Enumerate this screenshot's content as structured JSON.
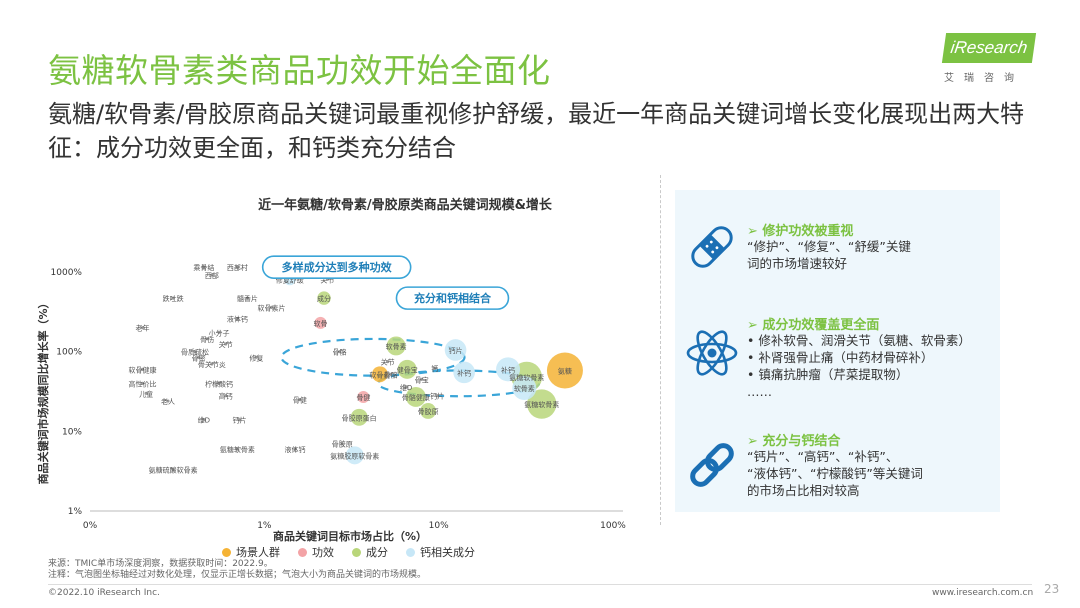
{
  "header": {
    "title": "氨糖软骨素类商品功效开始全面化",
    "subtitle": "氨糖/软骨素/骨胶原商品关键词最重视修护舒缓，最近一年商品关键词增长变化展现出两大特征：成分功效更全面，和钙类充分结合"
  },
  "logo": {
    "brand": "iResearch",
    "sub": "艾瑞咨询"
  },
  "chart_data": {
    "type": "scatter",
    "title": "近一年氨糖/软骨素/骨胶原类商品关键词规模&增长",
    "xlabel": "商品关键词目标市场占比（%）",
    "ylabel": "商品关键词市场规模同比增长率（%）",
    "x_scale": "log",
    "y_scale": "log",
    "xlim": [
      0.1,
      100
    ],
    "ylim": [
      1,
      1000
    ],
    "x_ticks": [
      {
        "v": 0.1,
        "label": "0%"
      },
      {
        "v": 1,
        "label": "1%"
      },
      {
        "v": 10,
        "label": "10%"
      },
      {
        "v": 100,
        "label": "100%"
      }
    ],
    "y_ticks": [
      {
        "v": 1,
        "label": "1%"
      },
      {
        "v": 10,
        "label": "10%"
      },
      {
        "v": 100,
        "label": "100%"
      },
      {
        "v": 1000,
        "label": "1000%"
      }
    ],
    "grid": false,
    "legend_position": "bottom",
    "series": [
      {
        "name": "场景人群",
        "color": "#f5b335"
      },
      {
        "name": "功效",
        "color": "#f3a3a6"
      },
      {
        "name": "成分",
        "color": "#b9d67a"
      },
      {
        "name": "钙相关成分",
        "color": "#c7e7f7"
      }
    ],
    "annotations": [
      {
        "text": "多样成分达到多种功效",
        "cx": 4.2,
        "cy": 85,
        "rx": 3.35,
        "ry": 1.7,
        "label_x": 2.6,
        "label_y": 1150
      },
      {
        "text": "充分和钙相结合",
        "cx": 13,
        "cy": 40,
        "rx": 2.9,
        "ry": 1.45,
        "label_x": 12,
        "label_y": 470
      }
    ],
    "points": [
      {
        "x": 0.45,
        "y": 1150,
        "s": 1,
        "label": "乘骨结"
      },
      {
        "x": 0.7,
        "y": 1150,
        "s": 1,
        "label": "西部村"
      },
      {
        "x": 0.5,
        "y": 920,
        "s": 1,
        "label": "西部"
      },
      {
        "x": 0.3,
        "y": 470,
        "s": 1,
        "label": "跌吐跌"
      },
      {
        "x": 0.8,
        "y": 470,
        "s": 1,
        "label": "髓香片"
      },
      {
        "x": 1.1,
        "y": 360,
        "s": 1,
        "label": "软骨素片"
      },
      {
        "x": 0.7,
        "y": 260,
        "s": 1,
        "label": "液体钙"
      },
      {
        "x": 0.2,
        "y": 200,
        "s": 1,
        "label": "老年"
      },
      {
        "x": 0.55,
        "y": 175,
        "s": 1,
        "label": "小分子"
      },
      {
        "x": 0.47,
        "y": 145,
        "s": 1,
        "label": "骨伤"
      },
      {
        "x": 0.6,
        "y": 125,
        "s": 1,
        "label": "关节"
      },
      {
        "x": 0.4,
        "y": 100,
        "s": 1,
        "label": "骨质疏松"
      },
      {
        "x": 0.42,
        "y": 85,
        "s": 1,
        "label": "骨密"
      },
      {
        "x": 0.2,
        "y": 60,
        "s": 1,
        "label": "软骨健康"
      },
      {
        "x": 0.2,
        "y": 40,
        "s": 1,
        "label": "高性价比"
      },
      {
        "x": 0.5,
        "y": 70,
        "s": 1,
        "label": "骨关节炎"
      },
      {
        "x": 0.55,
        "y": 40,
        "s": 1,
        "label": "柠檬酸钙"
      },
      {
        "x": 0.9,
        "y": 85,
        "s": 1,
        "label": "修复"
      },
      {
        "x": 0.21,
        "y": 30,
        "s": 1,
        "label": "儿童"
      },
      {
        "x": 0.28,
        "y": 24,
        "s": 1,
        "label": "老人"
      },
      {
        "x": 0.6,
        "y": 28,
        "s": 1,
        "label": "高钙"
      },
      {
        "x": 0.45,
        "y": 14,
        "s": 1,
        "label": "维D"
      },
      {
        "x": 0.72,
        "y": 14,
        "s": 1,
        "label": "钙片"
      },
      {
        "x": 0.7,
        "y": 6,
        "s": 1,
        "label": "氨糖软骨素"
      },
      {
        "x": 1.5,
        "y": 6,
        "s": 1,
        "label": "液体钙"
      },
      {
        "x": 0.3,
        "y": 3.3,
        "s": 1,
        "label": "氨糖硫酸软骨素"
      },
      {
        "x": 1.4,
        "y": 810,
        "s": 4,
        "label": "修复舒缓",
        "c": 3
      },
      {
        "x": 2.3,
        "y": 810,
        "s": 4,
        "label": "关节"
      },
      {
        "x": 2.2,
        "y": 470,
        "s": 5,
        "label": "成分",
        "c": 2
      },
      {
        "x": 2.1,
        "y": 230,
        "s": 4,
        "label": "软骨",
        "c": 1
      },
      {
        "x": 2.7,
        "y": 100,
        "s": 3,
        "label": "骨骼"
      },
      {
        "x": 5.7,
        "y": 118,
        "s": 10,
        "label": "软骨素",
        "c": 2
      },
      {
        "x": 5.1,
        "y": 75,
        "s": 6,
        "label": "关节"
      },
      {
        "x": 4.6,
        "y": 52,
        "s": 7,
        "label": "软骨素",
        "c": 0
      },
      {
        "x": 5.3,
        "y": 52,
        "s": 5,
        "label": "骨骼"
      },
      {
        "x": 6.6,
        "y": 60,
        "s": 10,
        "label": "健骨宝",
        "c": 2
      },
      {
        "x": 8,
        "y": 45,
        "s": 7,
        "label": "骨宝"
      },
      {
        "x": 6.5,
        "y": 36,
        "s": 8,
        "label": "维D"
      },
      {
        "x": 7.4,
        "y": 27,
        "s": 11,
        "label": "骨骼健康",
        "c": 2
      },
      {
        "x": 8.7,
        "y": 18,
        "s": 7,
        "label": "骨胶原",
        "c": 2
      },
      {
        "x": 1.6,
        "y": 25,
        "s": 4,
        "label": "骨健"
      },
      {
        "x": 3.7,
        "y": 27,
        "s": 4,
        "label": "骨健",
        "c": 1
      },
      {
        "x": 3.5,
        "y": 15,
        "s": 8,
        "label": "骨胶原蛋白",
        "c": 2
      },
      {
        "x": 2.8,
        "y": 7,
        "s": 4,
        "label": "骨胶原"
      },
      {
        "x": 3.3,
        "y": 5,
        "s": 9,
        "label": "氨糖胶原软骨素",
        "c": 3
      },
      {
        "x": 12.5,
        "y": 105,
        "s": 13,
        "label": "钙片",
        "c": 3
      },
      {
        "x": 9.5,
        "y": 62,
        "s": 14,
        "label": "钙"
      },
      {
        "x": 14,
        "y": 55,
        "s": 13,
        "label": "补钙",
        "c": 3
      },
      {
        "x": 9.8,
        "y": 28,
        "s": 13,
        "label": "钙片"
      },
      {
        "x": 25,
        "y": 60,
        "s": 16,
        "label": "补钙",
        "c": 3
      },
      {
        "x": 32,
        "y": 48,
        "s": 26,
        "label": "氨糖软骨素",
        "c": 2
      },
      {
        "x": 31,
        "y": 35,
        "s": 16,
        "label": "软骨素",
        "c": 3
      },
      {
        "x": 39,
        "y": 22,
        "s": 24,
        "label": "氨糖软骨素",
        "c": 2
      },
      {
        "x": 53,
        "y": 58,
        "s": 36,
        "label": "氨糖",
        "c": 0
      }
    ]
  },
  "panel": {
    "cards": [
      {
        "heading": "➢ 修护功效被重视",
        "lines": [
          "“修护”、“修复”、“舒缓”关键",
          "词的市场增速较好"
        ]
      },
      {
        "heading": "➢ 成分功效覆盖更全面",
        "lines": [
          "• 修补软骨、润滑关节（氨糖、软骨素）",
          "• 补肾强骨止痛（中药材骨碎补）",
          "• 镇痛抗肿瘤（芹菜提取物）",
          "……"
        ]
      },
      {
        "heading": "➢ 充分与钙结合",
        "lines": [
          "“钙片”、“高钙”、“补钙”、",
          "“液体钙”、“柠檬酸钙”等关键词",
          "的市场占比相对较高"
        ]
      }
    ]
  },
  "footer": {
    "source": "来源：TMIC单市场深度洞察，数据获取时间：2022.9。",
    "note": "注释：气泡图坐标轴经过对数化处理，仅显示正增长数据；气泡大小为商品关键词的市场规模。",
    "copyright": "©2022.10 iResearch Inc.",
    "website": "www.iresearch.com.cn",
    "page": "23"
  }
}
